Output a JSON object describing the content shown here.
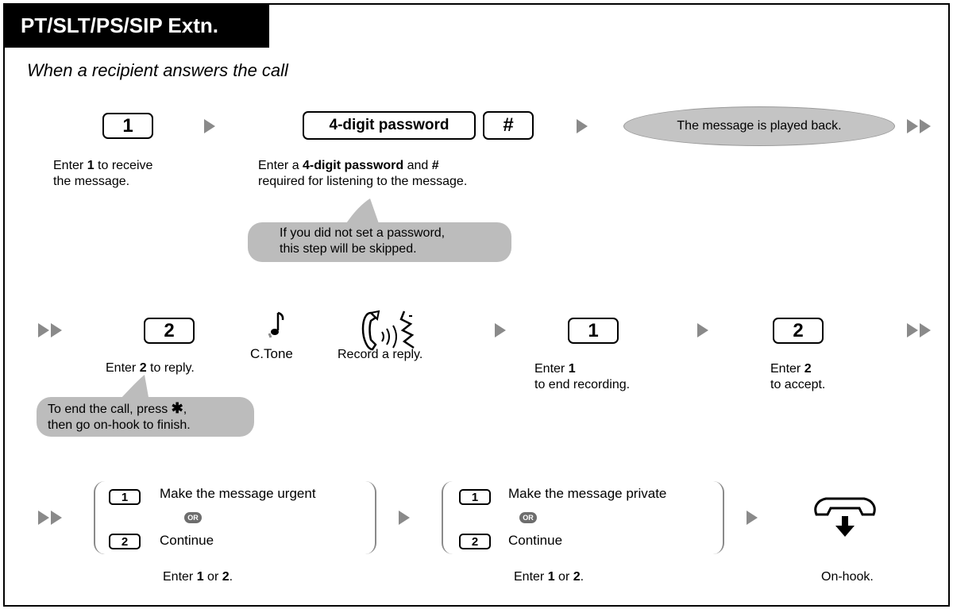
{
  "header": {
    "title": "PT/SLT/PS/SIP Extn."
  },
  "subtitle": "When a recipient answers the call",
  "row1": {
    "key1": "1",
    "desc1_a": "Enter ",
    "desc1_b": "1",
    "desc1_c": " to receive",
    "desc1_d": "the message.",
    "password_key": "4-digit password",
    "hash_key": "#",
    "desc2_a": "Enter a ",
    "desc2_b": "4-digit password",
    "desc2_c": " and ",
    "desc2_d": "#",
    "desc2_e": "required for listening to the message.",
    "playback": "The message is played back.",
    "note_line1": "If you did not set a password,",
    "note_line2": "this step will be skipped."
  },
  "row2": {
    "key2": "2",
    "desc_reply_a": "Enter ",
    "desc_reply_b": "2",
    "desc_reply_c": " to reply.",
    "tone_label": "C.Tone",
    "record_label": "Record a reply.",
    "key_end": "1",
    "end_a": "Enter ",
    "end_b": "1",
    "end_c": "to end recording.",
    "key_accept": "2",
    "accept_a": "Enter ",
    "accept_b": "2",
    "accept_c": "to accept.",
    "note_line1": "To end the call, press ",
    "note_star": "✱",
    "note_comma": ",",
    "note_line2": "then go on-hook to finish."
  },
  "row3": {
    "group1": {
      "key1": "1",
      "opt1": "Make the message urgent",
      "or": "OR",
      "key2": "2",
      "opt2": "Continue",
      "desc_a": "Enter ",
      "desc_b": "1",
      "desc_c": " or ",
      "desc_d": "2",
      "desc_e": "."
    },
    "group2": {
      "key1": "1",
      "opt1": "Make the message private",
      "or": "OR",
      "key2": "2",
      "opt2": "Continue",
      "desc_a": "Enter ",
      "desc_b": "1",
      "desc_c": " or ",
      "desc_d": "2",
      "desc_e": "."
    },
    "onhook_label": "On-hook."
  }
}
